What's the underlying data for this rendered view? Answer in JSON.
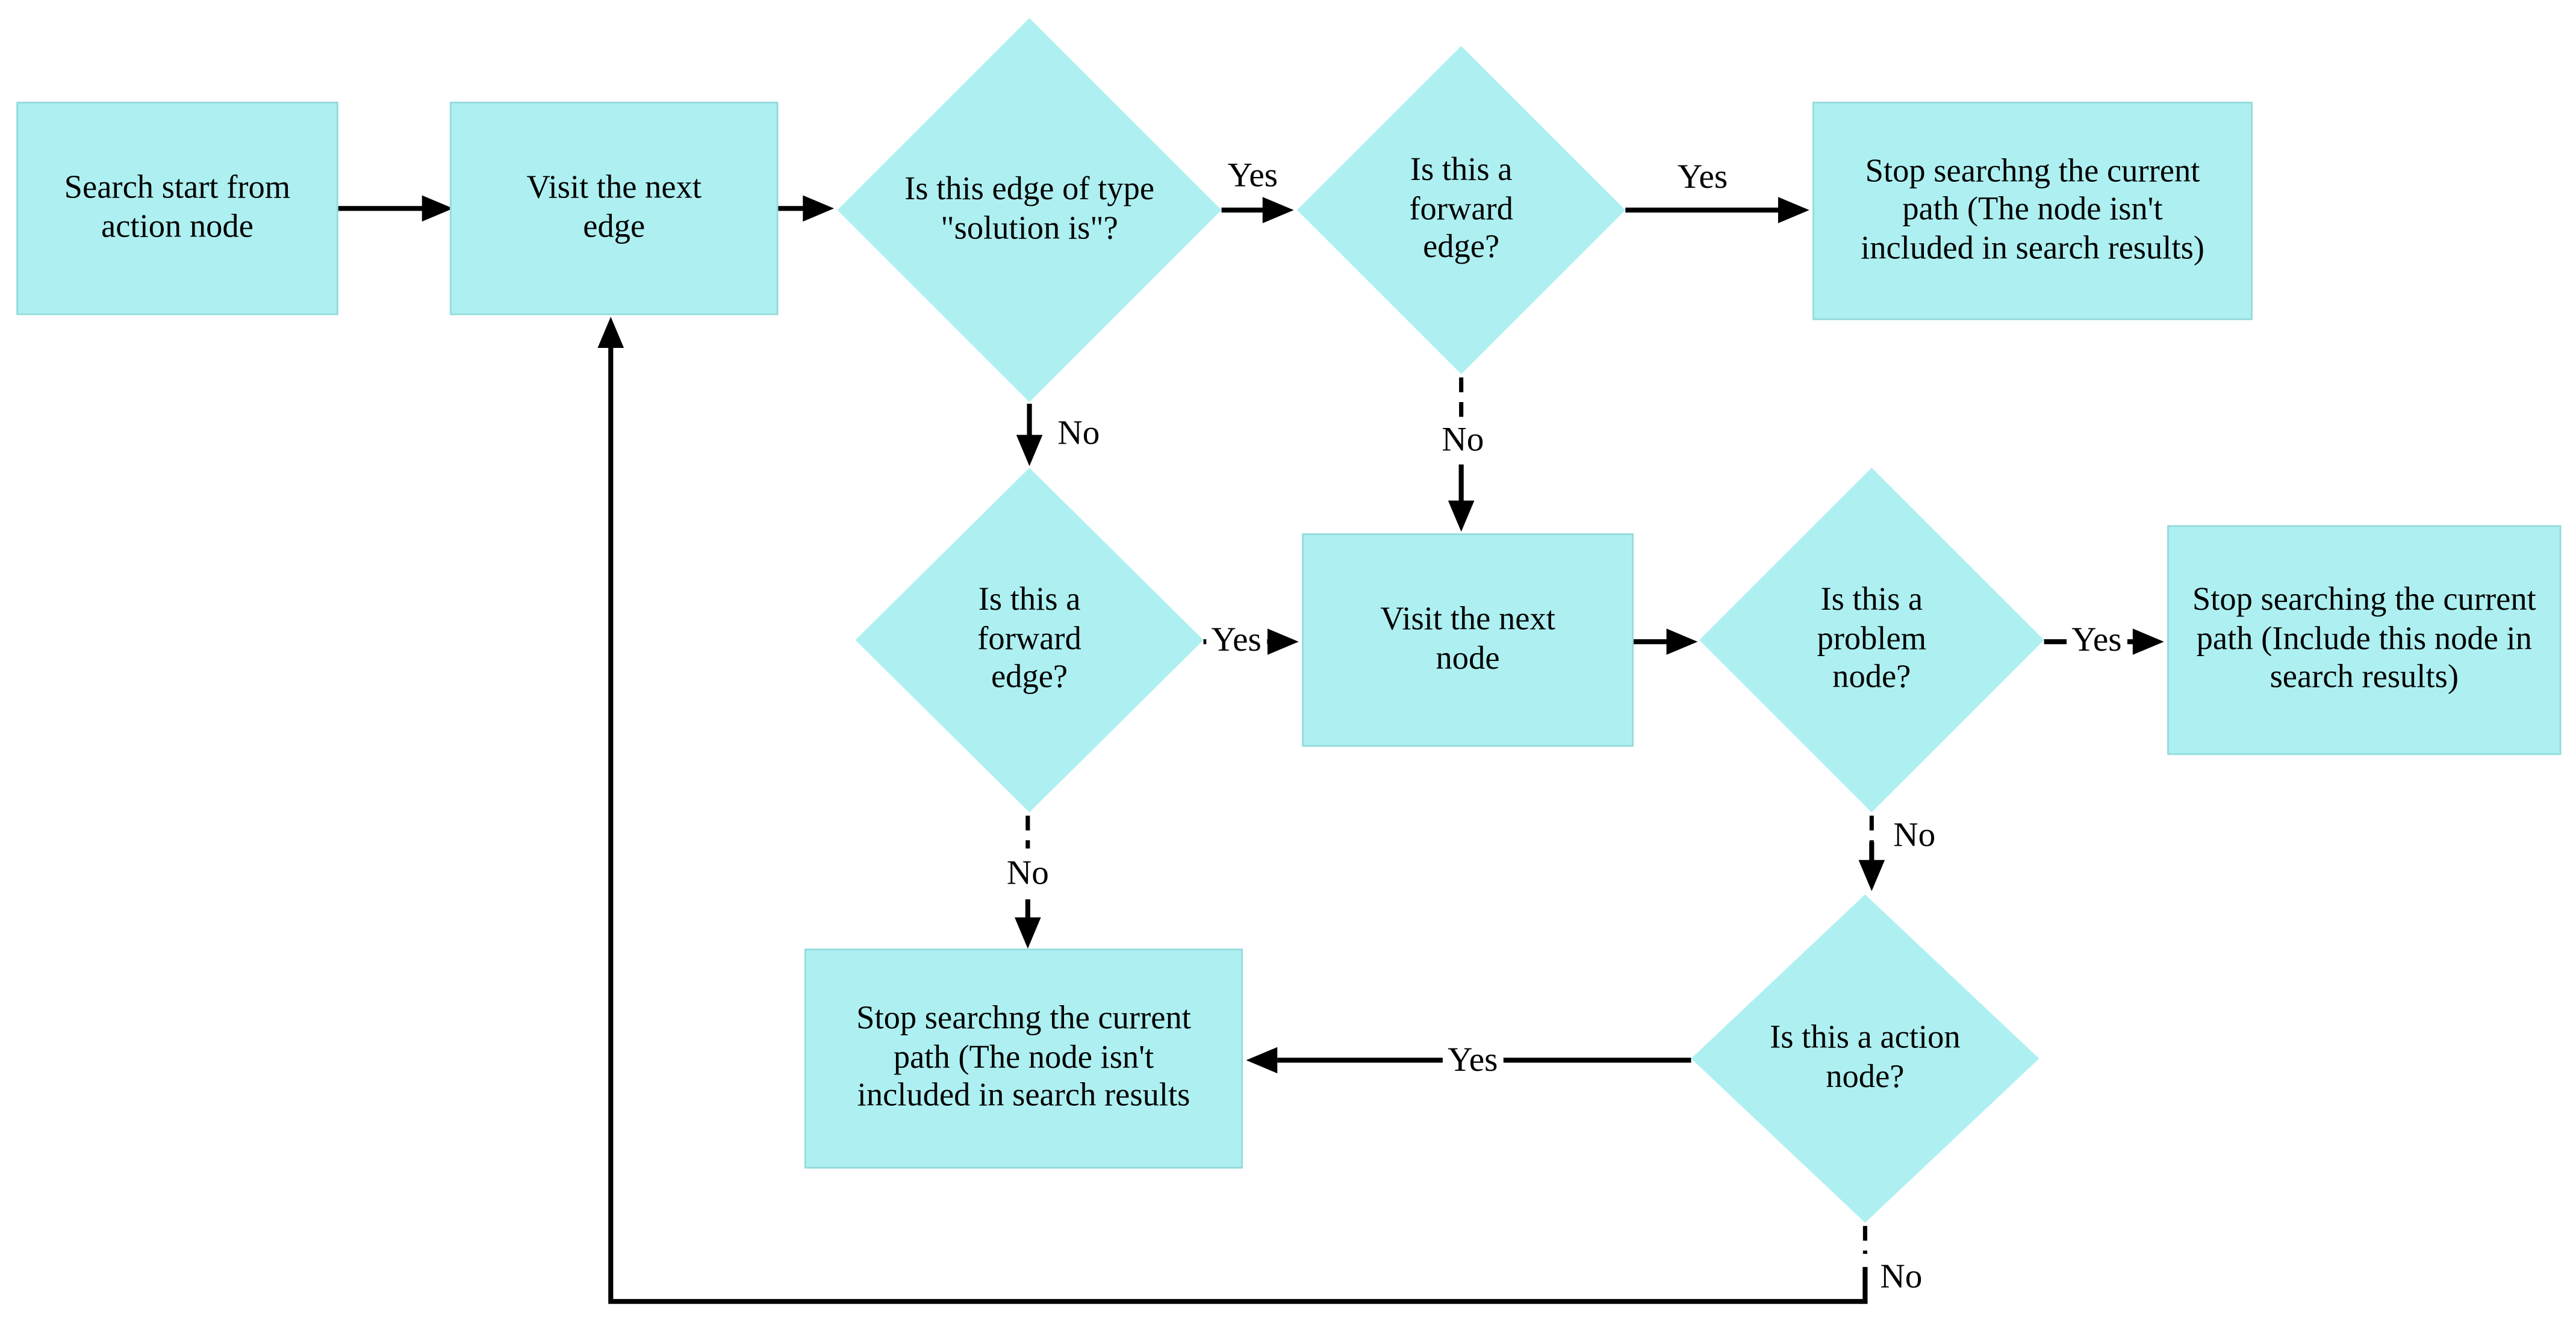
{
  "flowchart": {
    "background_color": "#ffffff",
    "node_fill_color": "#aef0f1",
    "line_color": "#000000",
    "nodes": [
      {
        "id": "start",
        "type": "process",
        "label": "Search start from action node"
      },
      {
        "id": "visit-edge",
        "type": "process",
        "label": "Visit the next edge"
      },
      {
        "id": "solution-edge-decision",
        "type": "decision",
        "label": "Is this edge of type \"solution is\"?"
      },
      {
        "id": "forward-edge-decision-top",
        "type": "decision",
        "label": "Is this a forward edge?"
      },
      {
        "id": "stop-excluded-top",
        "type": "process",
        "label": "Stop searchng the current path (The node isn't included in search results)"
      },
      {
        "id": "forward-edge-decision-mid",
        "type": "decision",
        "label": "Is this a forward edge?"
      },
      {
        "id": "visit-node",
        "type": "process",
        "label": "Visit the next node"
      },
      {
        "id": "problem-node-decision",
        "type": "decision",
        "label": "Is this a problem node?"
      },
      {
        "id": "stop-included",
        "type": "process",
        "label": "Stop searching the current path (Include this node in search results)"
      },
      {
        "id": "stop-excluded-bottom",
        "type": "process",
        "label": "Stop searchng the current path (The node isn't included in search results"
      },
      {
        "id": "action-node-decision",
        "type": "decision",
        "label": "Is this a action node?"
      }
    ],
    "edge_labels": {
      "yes_solution": "Yes",
      "yes_forward_top": "Yes",
      "no_solution": "No",
      "no_forward_top": "No",
      "yes_forward_mid": "Yes",
      "yes_problem": "Yes",
      "no_forward_mid": "No",
      "no_problem": "No",
      "yes_action": "Yes",
      "no_action": "No"
    }
  }
}
